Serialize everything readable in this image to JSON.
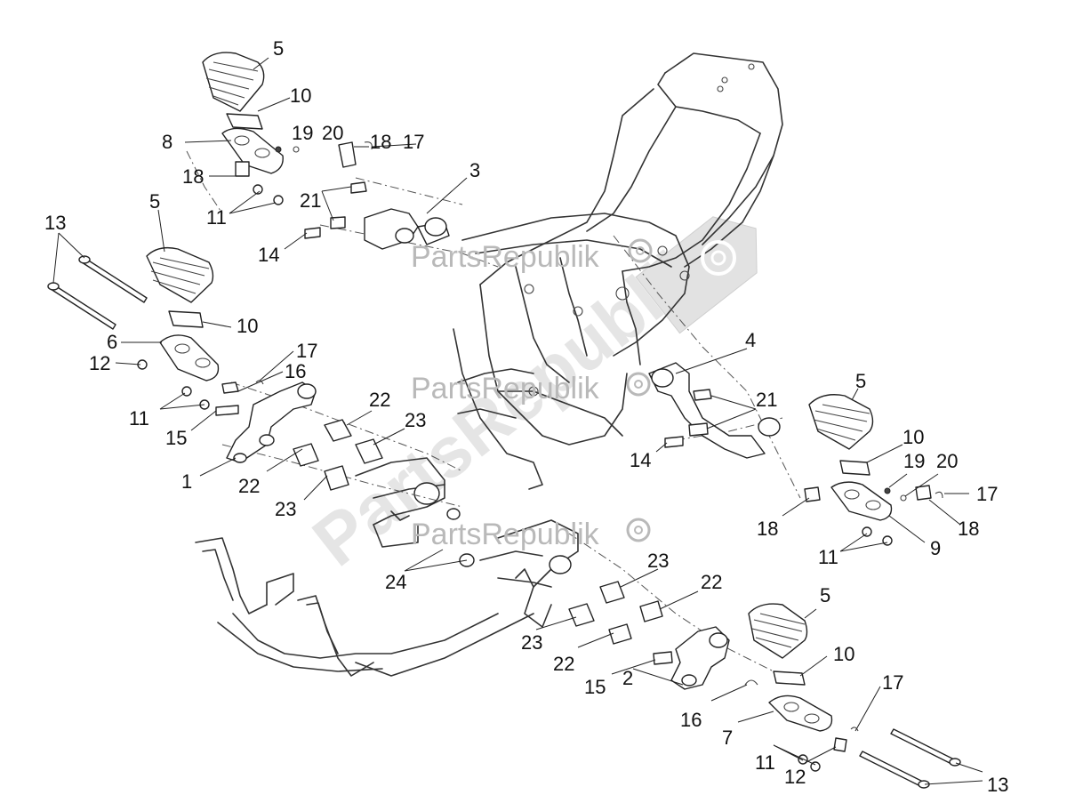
{
  "watermark": {
    "brand": "PartsRepublik",
    "diagonal": "PartsRepublik",
    "colors": {
      "text": "#b9b9b9",
      "diagonal": "#d0d0d0"
    }
  },
  "callouts": [
    {
      "id": "c5a",
      "text": "5"
    },
    {
      "id": "c10a",
      "text": "10"
    },
    {
      "id": "c8",
      "text": "8"
    },
    {
      "id": "c19a",
      "text": "19"
    },
    {
      "id": "c20a",
      "text": "20"
    },
    {
      "id": "c18a",
      "text": "18"
    },
    {
      "id": "c17a",
      "text": "17"
    },
    {
      "id": "c18b",
      "text": "18"
    },
    {
      "id": "c11a",
      "text": "11"
    },
    {
      "id": "c21a",
      "text": "21"
    },
    {
      "id": "c3",
      "text": "3"
    },
    {
      "id": "c14a",
      "text": "14"
    },
    {
      "id": "c13a",
      "text": "13"
    },
    {
      "id": "c5b",
      "text": "5"
    },
    {
      "id": "c10b",
      "text": "10"
    },
    {
      "id": "c6",
      "text": "6"
    },
    {
      "id": "c17b",
      "text": "17"
    },
    {
      "id": "c16a",
      "text": "16"
    },
    {
      "id": "c12a",
      "text": "12"
    },
    {
      "id": "c11b",
      "text": "11"
    },
    {
      "id": "c15a",
      "text": "15"
    },
    {
      "id": "c22a",
      "text": "22"
    },
    {
      "id": "c23a",
      "text": "23"
    },
    {
      "id": "c1",
      "text": "1"
    },
    {
      "id": "c22b",
      "text": "22"
    },
    {
      "id": "c23b",
      "text": "23"
    },
    {
      "id": "c4",
      "text": "4"
    },
    {
      "id": "c21b",
      "text": "21"
    },
    {
      "id": "c14b",
      "text": "14"
    },
    {
      "id": "c5c",
      "text": "5"
    },
    {
      "id": "c10c",
      "text": "10"
    },
    {
      "id": "c19b",
      "text": "19"
    },
    {
      "id": "c20b",
      "text": "20"
    },
    {
      "id": "c17c",
      "text": "17"
    },
    {
      "id": "c18c",
      "text": "18"
    },
    {
      "id": "c18d",
      "text": "18"
    },
    {
      "id": "c11c",
      "text": "11"
    },
    {
      "id": "c9",
      "text": "9"
    },
    {
      "id": "c24",
      "text": "24"
    },
    {
      "id": "c23c",
      "text": "23"
    },
    {
      "id": "c22c",
      "text": "22"
    },
    {
      "id": "c23d",
      "text": "23"
    },
    {
      "id": "c22d",
      "text": "22"
    },
    {
      "id": "c15b",
      "text": "15"
    },
    {
      "id": "c2",
      "text": "2"
    },
    {
      "id": "c5d",
      "text": "5"
    },
    {
      "id": "c10d",
      "text": "10"
    },
    {
      "id": "c17d",
      "text": "17"
    },
    {
      "id": "c16b",
      "text": "16"
    },
    {
      "id": "c7",
      "text": "7"
    },
    {
      "id": "c11d",
      "text": "11"
    },
    {
      "id": "c12b",
      "text": "12"
    },
    {
      "id": "c13b",
      "text": "13"
    }
  ]
}
